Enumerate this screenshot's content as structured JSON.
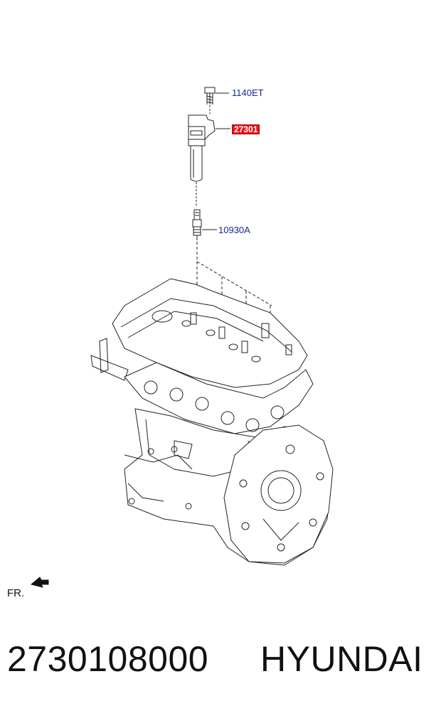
{
  "diagram": {
    "callouts": {
      "bolt": "1140ET",
      "coil": "27301",
      "spark_plug": "10930A"
    },
    "front_label": "FR."
  },
  "footer": {
    "part_number": "2730108000",
    "brand": "HYUNDAI"
  },
  "colors": {
    "callout_text": "#1a2a8c",
    "highlight": "#e8141c",
    "line_art": "#222222"
  }
}
